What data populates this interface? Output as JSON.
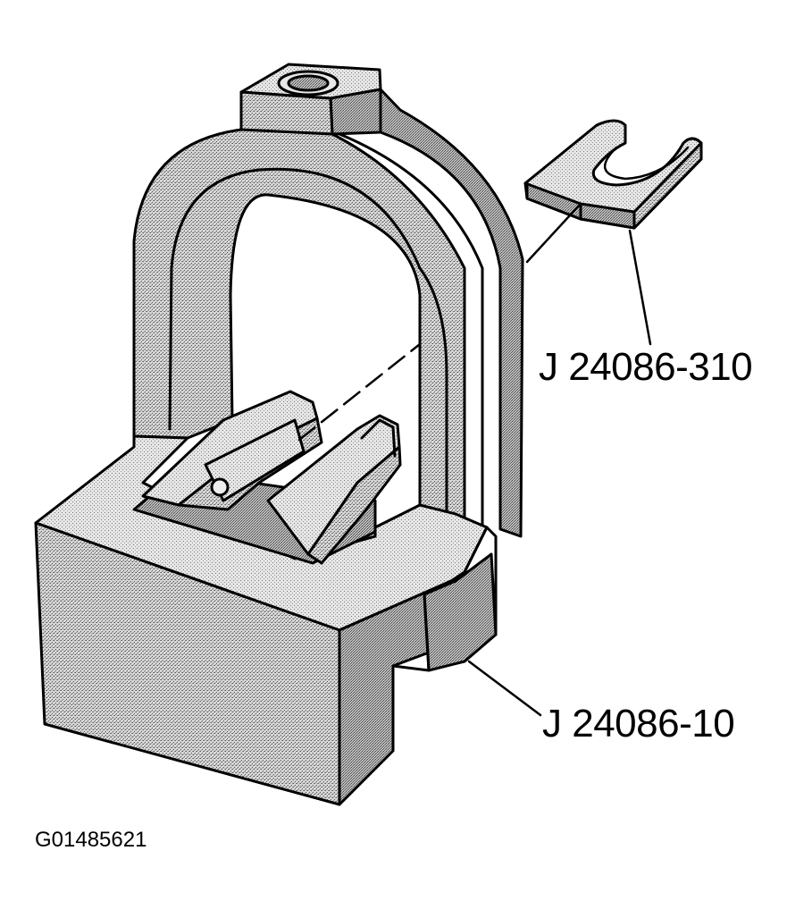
{
  "callouts": {
    "adapter_plate": "J 24086-310",
    "press_frame": "J 24086-10"
  },
  "figure_id": "G01485621",
  "colors": {
    "line": "#000000",
    "fill_stipple": "#bdbdbd",
    "background": "#ffffff"
  }
}
